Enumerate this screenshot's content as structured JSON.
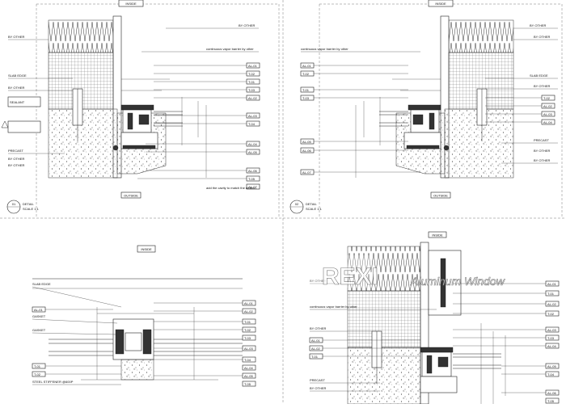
{
  "panels": [
    {
      "id": "tl",
      "header": "INSIDE",
      "footer": "OUTSIDE",
      "detail_no": "01",
      "detail_title": "DETAIL",
      "detail_sub": "SCALE 1:1",
      "left_labels": [
        "BY OTHER",
        "SLAB EDGE",
        "BY OTHER",
        "SEALANT",
        "PRECAST",
        "BY OTHER",
        "BY OTHER"
      ],
      "right_labels": [
        "BY OTHER",
        "continuous vapor barrier by other",
        "AL-01",
        "T-02",
        "T-01",
        "T-03",
        "AL-02",
        "AL-03",
        "T-04",
        "AL-04",
        "AL-05",
        "AL-06",
        "T-05",
        "AL-07"
      ],
      "note": "add the cavity to match the mullion"
    },
    {
      "id": "tr",
      "header": "INSIDE",
      "footer": "OUTSIDE",
      "detail_no": "02",
      "detail_title": "DETAIL",
      "detail_sub": "SCALE 1:1",
      "left_labels": [
        "continuous vapor barrier by other",
        "AL-01",
        "T-02",
        "T-01",
        "T-03",
        "AL-05",
        "AL-06",
        "AL-07"
      ],
      "right_labels": [
        "BY OTHER",
        "BY OTHER",
        "SLAB EDGE",
        "BY OTHER",
        "T-02",
        "AL-02",
        "AL-03",
        "AL-04",
        "PRECAST",
        "BY OTHER",
        "BY OTHER"
      ]
    },
    {
      "id": "bl",
      "header": "INSIDE",
      "left_labels": [
        "SLAB EDGE",
        "AL-01",
        "GASKET",
        "GASKET",
        "T-01",
        "T-02",
        "STEEL STIFFENER @600P"
      ],
      "right_labels": [
        "AL-01",
        "AL-02",
        "T-01",
        "T-02",
        "T-03",
        "AL-03",
        "T-04",
        "AL-04",
        "AL-05",
        "T-05"
      ]
    },
    {
      "id": "br",
      "header": "INSIDE",
      "left_labels": [
        "BY OTHER",
        "continuous vapor barrier by other",
        "BY OTHER",
        "AL-01",
        "AL-02",
        "T-01",
        "PRECAST",
        "BY OTHER"
      ],
      "right_labels": [
        "AL-01",
        "T-01",
        "AL-02",
        "T-02",
        "AL-03",
        "T-03",
        "AL-04",
        "AL-05",
        "T-04",
        "AL-06",
        "T-05"
      ]
    }
  ],
  "watermark": {
    "brand": "REXI",
    "product": "Aluminum Window"
  }
}
